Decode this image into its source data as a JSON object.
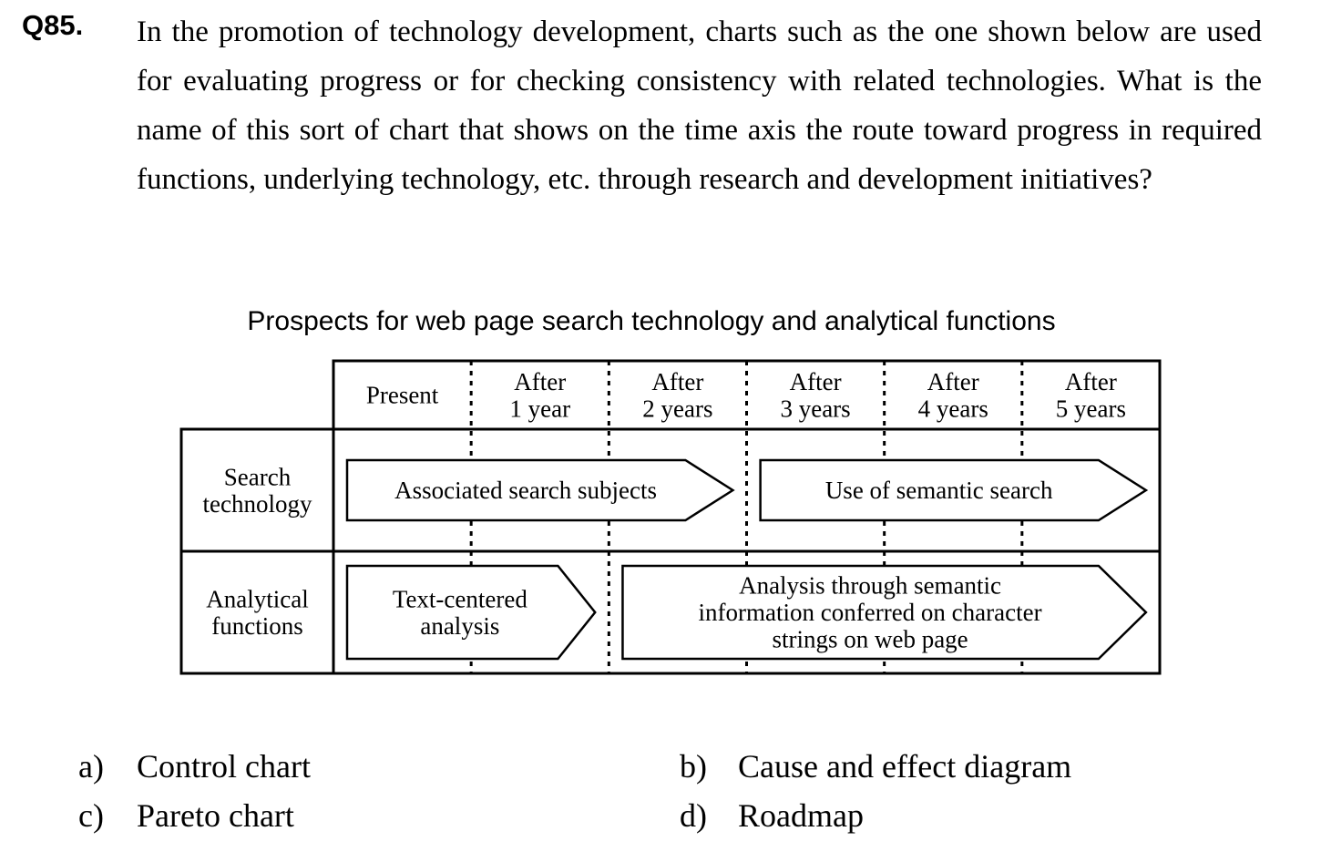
{
  "question": {
    "number": "Q85.",
    "text": "In the promotion of technology development, charts such as the one shown below are used for evaluating progress or for checking consistency with related technologies. What is the name of this sort of chart that shows on the time axis the route toward progress in required functions, underlying technology, etc. through research and development initiatives?"
  },
  "figure": {
    "title": "Prospects for web page search technology and analytical functions",
    "columns": [
      [
        "Present"
      ],
      [
        "After",
        "1 year"
      ],
      [
        "After",
        "2 years"
      ],
      [
        "After",
        "3 years"
      ],
      [
        "After",
        "4 years"
      ],
      [
        "After",
        "5 years"
      ]
    ],
    "rows": [
      {
        "label": [
          "Search",
          "technology"
        ],
        "items": [
          {
            "text": [
              "Associated search subjects"
            ],
            "from": 0,
            "to": 2.9
          },
          {
            "text": [
              "Use of semantic search"
            ],
            "from": 3.1,
            "to": 5.9
          }
        ]
      },
      {
        "label": [
          "Analytical",
          "functions"
        ],
        "items": [
          {
            "text": [
              "Text-centered",
              "analysis"
            ],
            "from": 0,
            "to": 1.9
          },
          {
            "text": [
              "Analysis through semantic",
              "information conferred on character",
              "strings on web page"
            ],
            "from": 2.1,
            "to": 5.9
          }
        ]
      }
    ]
  },
  "options": [
    {
      "letter": "a)",
      "text": "Control chart"
    },
    {
      "letter": "b)",
      "text": "Cause and effect diagram"
    },
    {
      "letter": "c)",
      "text": "Pareto chart"
    },
    {
      "letter": "d)",
      "text": "Roadmap"
    }
  ]
}
